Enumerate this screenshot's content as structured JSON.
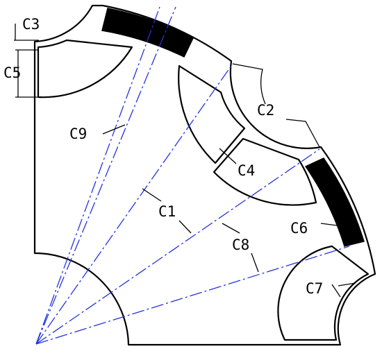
{
  "labels": {
    "c1": "C1",
    "c2": "C2",
    "c3": "C3",
    "c4": "C4",
    "c5": "C5",
    "c6": "C6",
    "c7": "C7",
    "c8": "C8",
    "c9": "C9"
  },
  "colors": {
    "outline": "#000000",
    "centerline": "#2233dd",
    "magnet": "#000000"
  }
}
